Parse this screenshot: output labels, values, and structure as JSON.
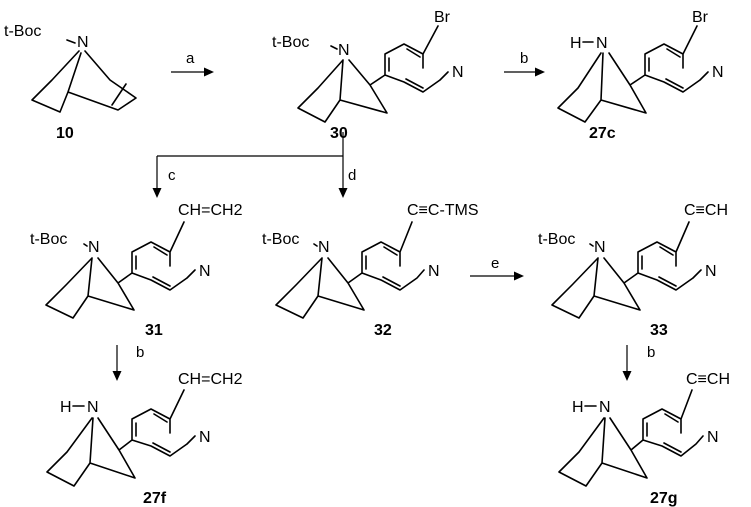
{
  "title": "",
  "atoms": {
    "nitrogen": "N",
    "hydrogen": "H",
    "bromine": "Br"
  },
  "groups": {
    "boc": "t-Boc",
    "vinyl": "CH=CH2",
    "tms_alkyne": "C≡C-TMS",
    "alkyne": "C≡CH"
  },
  "compounds": {
    "c10": "10",
    "c30": "30",
    "c27c": "27c",
    "c31": "31",
    "c32": "32",
    "c33": "33",
    "c27f": "27f",
    "c27g": "27g"
  },
  "reagents": {
    "a": "a",
    "b": "b",
    "c": "c",
    "d": "d",
    "e": "e"
  }
}
